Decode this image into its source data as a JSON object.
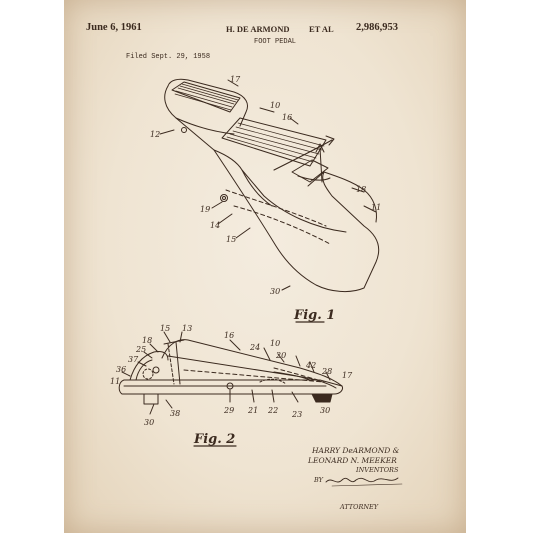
{
  "header": {
    "date": "June 6, 1961",
    "inventor": "H. DE ARMOND",
    "et_al": "ET AL",
    "patent_number": "2,986,953",
    "title": "FOOT PEDAL",
    "filed": "Filed Sept. 29, 1958"
  },
  "figures": {
    "fig1_label": "Fig. 1",
    "fig2_label": "Fig. 2",
    "fig1_refs": [
      "17",
      "10",
      "16",
      "12",
      "18",
      "11",
      "19",
      "14",
      "15",
      "30"
    ],
    "fig2_refs": [
      "15",
      "13",
      "16",
      "18",
      "25",
      "37",
      "11",
      "36",
      "10",
      "24",
      "20",
      "42",
      "28",
      "17",
      "29",
      "21",
      "22",
      "23",
      "30",
      "38",
      "30"
    ]
  },
  "inventors": {
    "line1": "HARRY DeARMOND &",
    "line2": "LEONARD N. MEEKER",
    "caption": "INVENTORS",
    "attorney_prefix": "BY",
    "attorney_caption": "ATTORNEY"
  },
  "colors": {
    "paper": "#efe4d2",
    "ink": "#3b2a1f"
  }
}
